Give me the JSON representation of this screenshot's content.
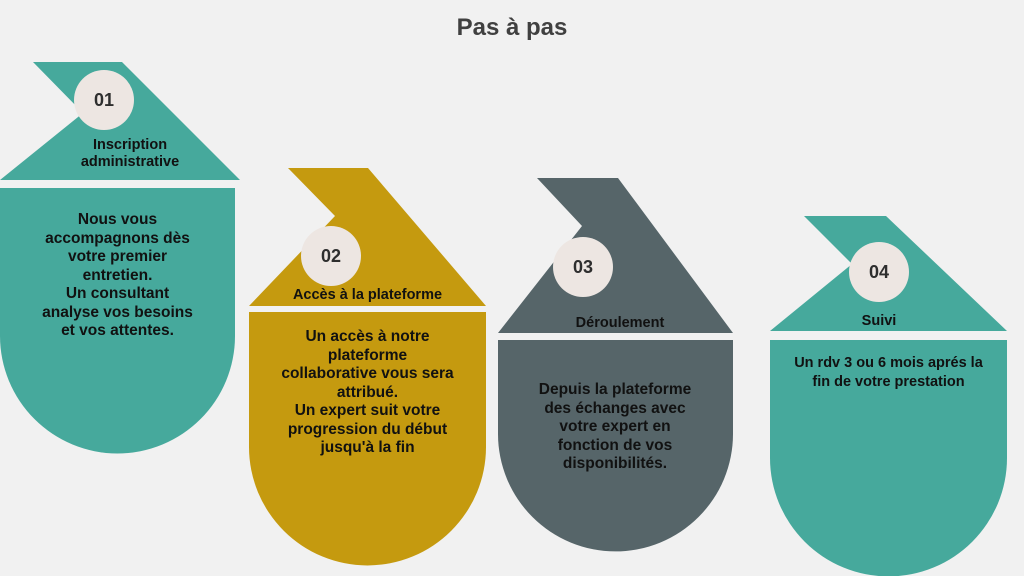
{
  "title": "Pas à pas",
  "colors": {
    "teal": "#46a99c",
    "gold": "#c59a0f",
    "slate": "#566569",
    "circle": "#ede6e2",
    "background": "#f1f1f1"
  },
  "steps": [
    {
      "number": "01",
      "heading_lines": [
        "Inscription",
        "administrative"
      ],
      "body_lines": [
        "Nous vous",
        "accompagnons dès",
        "votre premier",
        "entretien.",
        "Un consultant",
        "analyse vos besoins",
        "et vos attentes."
      ]
    },
    {
      "number": "02",
      "heading_lines": [
        "Accès à la plateforme"
      ],
      "body_lines": [
        "Un accès à notre",
        "plateforme",
        "collaborative vous sera",
        "attribué.",
        "Un expert suit votre",
        "progression du début",
        "jusqu'à la fin"
      ]
    },
    {
      "number": "03",
      "heading_lines": [
        "Déroulement"
      ],
      "body_lines": [
        "Depuis la plateforme",
        "des échanges avec",
        "votre expert en",
        "fonction de vos",
        "disponibilités."
      ]
    },
    {
      "number": "04",
      "heading_lines": [
        "Suivi"
      ],
      "body_lines": [
        "Un rdv 3 ou 6 mois aprés la",
        "fin de votre prestation"
      ]
    }
  ]
}
